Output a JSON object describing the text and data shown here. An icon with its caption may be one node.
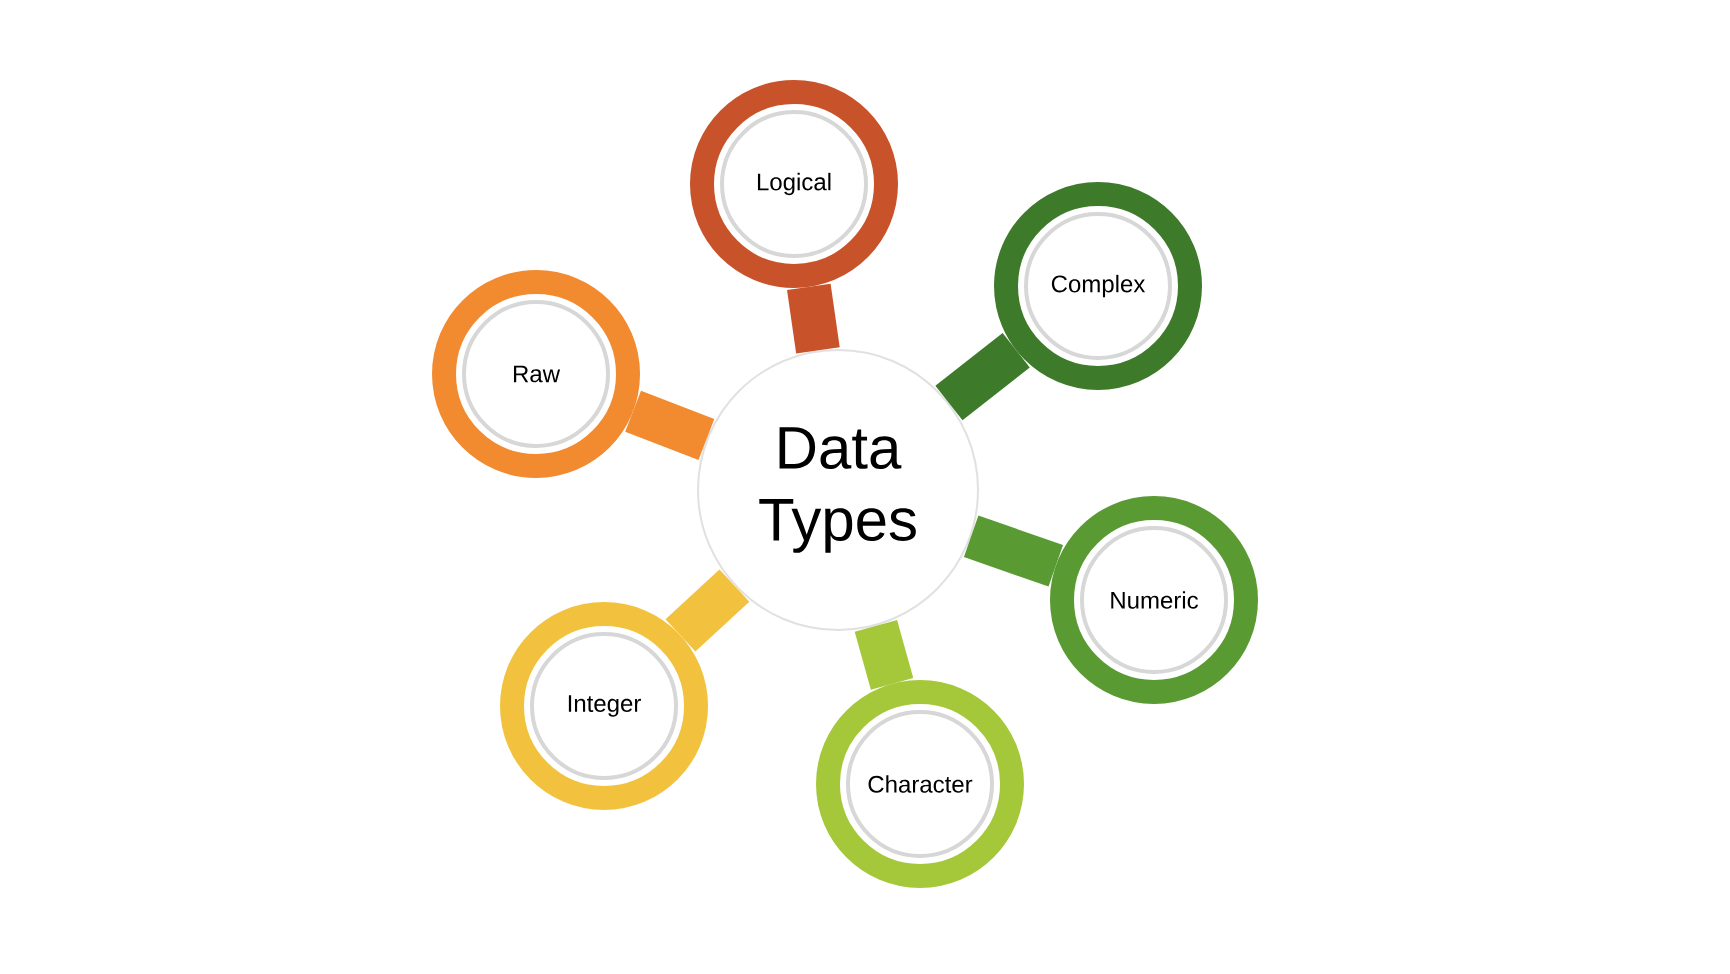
{
  "diagram": {
    "nodes": [
      {
        "text": [
          "Data Types"
        ]
      },
      {
        "text": [
          "Logical"
        ]
      },
      {
        "text": [
          "Complex"
        ]
      },
      {
        "text": [
          "Numeric"
        ]
      },
      {
        "text": [
          "Character"
        ]
      },
      {
        "text": [
          "Integer"
        ]
      },
      {
        "text": [
          "Raw"
        ]
      }
    ],
    "edges": [
      {
        "from": 0,
        "to": 1,
        "arrow": "none",
        "color": "#c8532a"
      },
      {
        "from": 0,
        "to": 2,
        "arrow": "none",
        "color": "#3d7a2a"
      },
      {
        "from": 0,
        "to": 3,
        "arrow": "none",
        "color": "#5a9a32"
      },
      {
        "from": 0,
        "to": 4,
        "arrow": "none",
        "color": "#a5c83a"
      },
      {
        "from": 0,
        "to": 5,
        "arrow": "none",
        "color": "#f2c23e"
      },
      {
        "from": 0,
        "to": 6,
        "arrow": "none",
        "color": "#f28a30"
      }
    ]
  }
}
